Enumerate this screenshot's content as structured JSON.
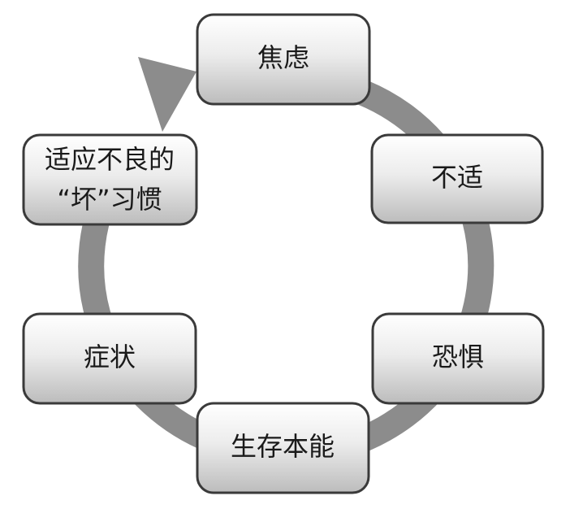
{
  "diagram": {
    "type": "cycle",
    "colors": {
      "arrow": "#8c8c8c",
      "box_border": "#3a3a3a",
      "box_fill_light": "#ffffff",
      "box_fill_dark": "#bcbcbc",
      "text": "#1a1a1a"
    },
    "nodes": {
      "anxiety": "焦虑",
      "discomfort": "不适",
      "fear": "恐惧",
      "survival_instinct": "生存本能",
      "symptoms": "症状",
      "bad_habit_line1": "适应不良的",
      "bad_habit_line2": "“坏”习惯"
    }
  }
}
